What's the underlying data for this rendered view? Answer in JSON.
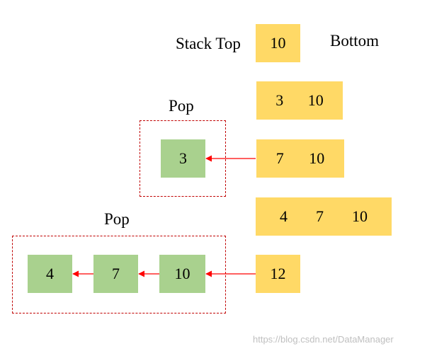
{
  "labels": {
    "stack_top": "Stack Top",
    "bottom": "Bottom",
    "pop_1": "Pop",
    "pop_2": "Pop"
  },
  "stack_rows": [
    {
      "values": [
        "10"
      ]
    },
    {
      "values": [
        "3",
        "10"
      ]
    },
    {
      "values": [
        "7",
        "10"
      ]
    },
    {
      "values": [
        "4",
        "7",
        "10"
      ]
    },
    {
      "values": [
        "12"
      ]
    }
  ],
  "popped_1": [
    "3"
  ],
  "popped_2": [
    "4",
    "7",
    "10"
  ],
  "colors": {
    "stack_fill": "#FFD966",
    "popped_fill": "#A9D18E",
    "arrow": "#FF0000",
    "dashed_border": "#C00000"
  },
  "watermark": "https://blog.csdn.net/DataManager"
}
